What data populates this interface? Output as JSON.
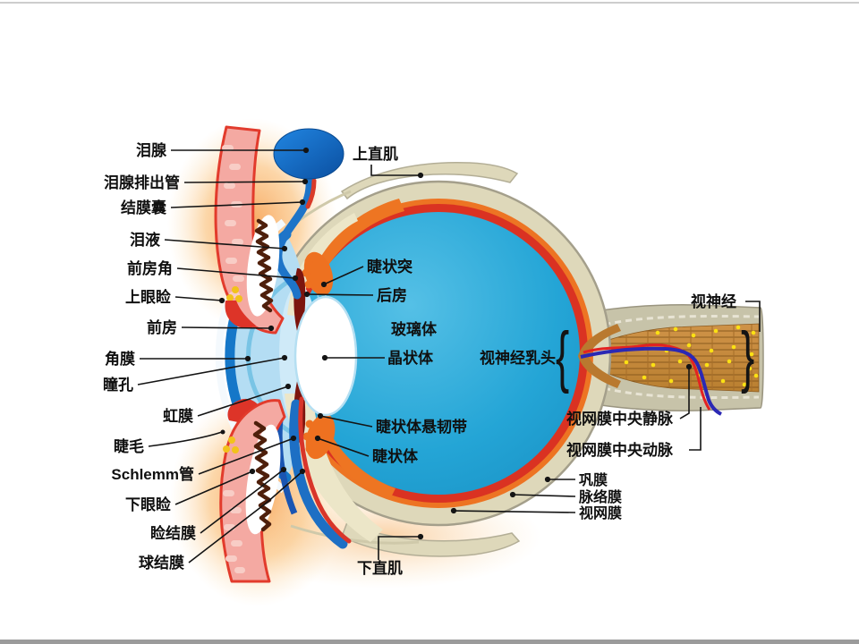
{
  "page": {
    "background": "#ffffff",
    "top_border_color": "#cdcdcd",
    "bottom_bar_color": "#9b9b9b"
  },
  "diagram": {
    "glyphs": {
      "brace_left": "{",
      "brace_right": "}"
    },
    "labels": {
      "lacrimal_gland": "泪腺",
      "lacrimal_duct": "泪腺排出管",
      "conjunctival_sac": "结膜囊",
      "tear_fluid": "泪液",
      "anterior_chamber_angle": "前房角",
      "upper_eyelid": "上眼睑",
      "anterior_chamber": "前房",
      "cornea": "角膜",
      "pupil": "瞳孔",
      "iris": "虹膜",
      "eyelash": "睫毛",
      "schlemm_canal": "Schlemm管",
      "lower_eyelid": "下眼睑",
      "palpebral_conjunctiva": "睑结膜",
      "bulbar_conjunctiva": "球结膜",
      "superior_rectus": "上直肌",
      "ciliary_process": "睫状突",
      "posterior_chamber": "后房",
      "vitreous_body": "玻璃体",
      "lens": "晶状体",
      "zonules": "睫状体悬韧带",
      "ciliary_body": "睫状体",
      "inferior_rectus": "下直肌",
      "optic_disc": "视神经乳头",
      "optic_nerve": "视神经",
      "central_retinal_vein": "视网膜中央静脉",
      "central_retinal_artery": "视网膜中央动脉",
      "sclera": "巩膜",
      "choroid": "脉络膜",
      "retina": "视网膜"
    },
    "colors": {
      "sclera_beige": "#ded8ba",
      "choroid_orange": "#ed7423",
      "retina_red": "#da3222",
      "vitreous_blue": "#21a2d4",
      "cornea_blue": "#1577c8",
      "anterior_chamber_blue": "#b4ddf3",
      "lens_white": "#ffffff",
      "iris_maroon": "#7c150e",
      "ciliary_orange": "#ee7120",
      "eyelid_pink": "#f4a9a2",
      "eyelid_red": "#e23b2c",
      "tarsal_zigzag_brown": "#4e1f0b",
      "lacrimal_blue": "#0b4fa0",
      "nerve_fiber_brown": "#c08038",
      "nerve_speck_yellow": "#fbe113",
      "vein_blue": "#2b28b4",
      "artery_red": "#e32222",
      "label_black": "#101010"
    }
  }
}
